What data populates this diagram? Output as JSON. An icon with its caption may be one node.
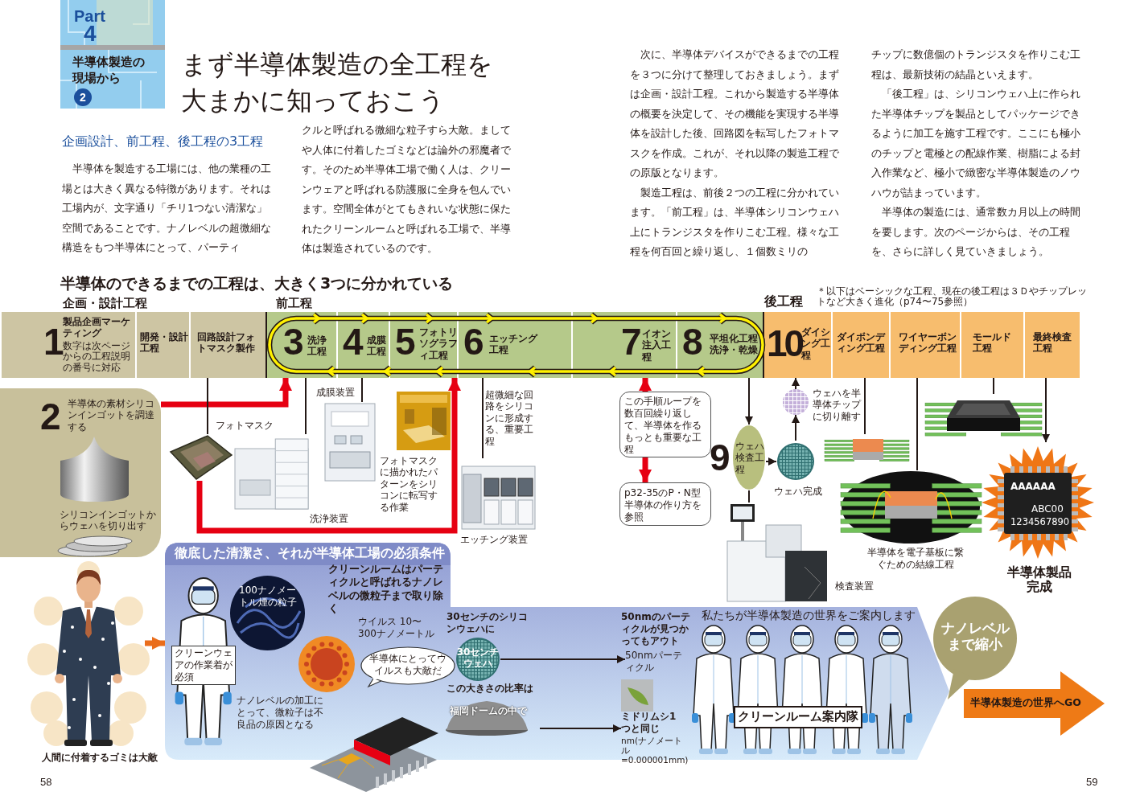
{
  "diagram": {
    "title": "まず半導体製造の全工程を大まかに知っておこう",
    "nodes": [
      {
        "text": [
          "1",
          "製品企画マーケティング",
          "数字は次ページからの工程説明の番号に対応"
        ]
      },
      {
        "text": [
          "開発・設計工程"
        ]
      },
      {
        "text": [
          "回路設計フォトマスク製作"
        ]
      },
      {
        "text": [
          "3",
          "洗浄工程"
        ]
      },
      {
        "text": [
          "4",
          "成膜工程"
        ]
      },
      {
        "text": [
          "5",
          "フォトリソグラフィ工程"
        ]
      },
      {
        "text": [
          "6",
          "エッチング工程"
        ]
      },
      {
        "text": [
          "7",
          "イオン注入工程"
        ]
      },
      {
        "text": [
          "8",
          "平坦化工程洗浄・乾燥"
        ]
      },
      {
        "text": [
          "10",
          "ダイシング工程"
        ]
      },
      {
        "text": [
          "ダイボンディング工程"
        ]
      },
      {
        "text": [
          "ワイヤーボンディング工程"
        ]
      },
      {
        "text": [
          "モールド工程"
        ]
      },
      {
        "text": [
          "最終検査工程"
        ]
      },
      {
        "text": [
          "2",
          "半導体の素材シリコンインゴットを調達する",
          "シリコンインゴットからウェハを切り出す"
        ]
      },
      {
        "text": [],
        "shape": "picture",
        "beside": [
          "フォトマスク"
        ]
      },
      {
        "text": [],
        "shape": "picture",
        "beside": [
          "洗浄装置"
        ]
      },
      {
        "text": [],
        "shape": "picture",
        "beside": [
          "成膜装置"
        ]
      },
      {
        "text": [],
        "shape": "picture",
        "beside": [
          "フォトマスクに描かれたパターンをシリコンに転写する作業"
        ]
      },
      {
        "text": [],
        "shape": "picture",
        "beside": [
          "超微細な回路をシリコンに形成する、重要工程",
          "エッチング装置"
        ]
      },
      {
        "text": [
          "この手順ループを数百回繰り返して、半導体を作るもっとも重要な工程"
        ]
      },
      {
        "text": [
          "p32-35のP・N型半導体の作り方を参照"
        ]
      },
      {
        "text": [
          "9",
          "ウェハ検査工程"
        ]
      },
      {
        "text": [],
        "shape": "picture",
        "beside": [
          "ウェハ完成"
        ]
      },
      {
        "text": [],
        "shape": "picture",
        "beside": [
          "ウェハを半導体チップに切り離す"
        ]
      },
      {
        "text": [],
        "shape": "picture",
        "beside": [
          "検査装置"
        ]
      },
      {
        "text": [],
        "shape": "picture"
      },
      {
        "text": [],
        "shape": "picture"
      },
      {
        "text": [],
        "shape": "picture",
        "beside": [
          "半導体を電子基板に繋ぐための結線工程"
        ]
      },
      {
        "text": [
          "AAAAAA",
          "ABC00",
          "1234567890"
        ],
        "beside": [
          "半導体製品完成"
        ]
      },
      {
        "text": [],
        "shape": "picture",
        "beside": [
          "人間に付着するゴミは大敵"
        ]
      },
      {
        "text": [
          "徹底した清潔さ、それが半導体工場の必須条件"
        ]
      },
      {
        "text": [
          "クリーンウェアの作業着が必須"
        ],
        "in": 31
      },
      {
        "text": [
          "100ナノメートル煙の粒子"
        ],
        "in": 31
      },
      {
        "text": [],
        "shape": "picture",
        "in": 31
      },
      {
        "text": [
          "半導体にとってウイルスも大敵だ"
        ],
        "in": 31
      },
      {
        "text": [
          "30センチウェハ"
        ],
        "in": 31
      },
      {
        "text": [
          "福岡ドームの中で"
        ],
        "in": 31
      },
      {
        "text": [
          "50nmパーティクル"
        ],
        "in": 31
      },
      {
        "text": [
          "ミドリムシ1つと同じ"
        ],
        "in": 31
      },
      {
        "text": [
          "クリーンルーム案内隊"
        ],
        "in": 31
      },
      {
        "text": [
          "ナノレベルまで縮小"
        ]
      },
      {
        "text": [
          "半導体製造の世界へGO"
        ]
      }
    ],
    "edges": [
      {
        "from": 14,
        "to": 3,
        "arrow": "to",
        "style": "thick",
        "color": "#e60012"
      },
      {
        "from": 15,
        "to": 5,
        "arrow": "to",
        "style": "thick",
        "color": "#e60012"
      },
      {
        "from": 2,
        "to": 15,
        "arrow": "none"
      },
      {
        "from": 16,
        "to": 3,
        "arrow": "none"
      },
      {
        "from": 17,
        "to": 4,
        "arrow": "none"
      },
      {
        "from": 19,
        "to": 6,
        "arrow": "none"
      },
      {
        "from": 20,
        "to": 7,
        "arrow": "to",
        "style": "thick",
        "color": "#e60012"
      },
      {
        "from": 20,
        "to": 21,
        "arrow": "to",
        "style": "thick",
        "color": "#e60012"
      },
      {
        "from": 8,
        "to": 22,
        "arrow": "to"
      },
      {
        "from": 22,
        "to": 25,
        "arrow": "none"
      },
      {
        "from": 22,
        "to": 23,
        "arrow": "to"
      },
      {
        "from": 23,
        "to": 24,
        "arrow": "to"
      },
      {
        "from": 24,
        "to": 9,
        "arrow": "to"
      },
      {
        "from": 10,
        "to": 26,
        "arrow": "none"
      },
      {
        "from": 11,
        "to": 28,
        "arrow": "none"
      },
      {
        "from": 12,
        "to": 27,
        "arrow": "none"
      },
      {
        "from": 13,
        "to": 29,
        "arrow": "to"
      },
      {
        "from": 30,
        "to": 31,
        "arrow": "to",
        "style": "thick",
        "color": "#ea6d1b"
      },
      {
        "from": 36,
        "to": 38,
        "arrow": "to"
      },
      {
        "from": 37,
        "to": 39,
        "arrow": "to"
      }
    ],
    "labels": [
      "Part",
      "4",
      "半導体製造の現場から",
      "2",
      "企画設計、前工程、後工程の3工程",
      "半導体を製造する工場には、他の業種の工場とは大きく異なる特徴があります。それは工場内が、文字通り「チリ1つない清潔な」空間であることです。ナノレベルの超微細な構造をもつ半導体にとって、パーティ",
      "クルと呼ばれる微細な粒子すら大敵。ましてや人体に付着したゴミなどは論外の邪魔者です。そのため半導体工場で働く人は、クリーンウェアと呼ばれる防護服に全身を包んでいます。空間全体がとてもきれいな状態に保たれたクリーンルームと呼ばれる工場で、半導体は製造されているのです。",
      "次に、半導体デバイスができるまでの工程を３つに分けて整理しておきましょう。まずは企画・設計工程。これから製造する半導体の概要を決定して、その機能を実現する半導体を設計した後、回路図を転写したフォトマスクを作成。これが、それ以降の製造工程での原版となります。",
      "製造工程は、前後２つの工程に分かれています。「前工程」は、半導体シリコンウェハ上にトランジスタを作りこむ工程。様々な工程を何百回と繰り返し、１個数ミリの",
      "チップに数億個のトランジスタを作りこむ工程は、最新技術の結晶といえます。",
      "「後工程」は、シリコンウェハ上に作られた半導体チップを製品としてパッケージできるように加工を施す工程です。ここにも極小のチップと電極との配線作業、樹脂による封入作業など、極小で緻密な半導体製造のノウハウが詰まっています。",
      "半導体の製造には、通常数カ月以上の時間を要します。次のページからは、その工程を、さらに詳しく見ていきましょう。",
      "半導体のできるまでの工程は、大きく3つに分かれている",
      "企画・設計工程",
      "前工程",
      "後工程",
      "＊以下はベーシックな工程、現在の後工程は３Ｄやチップレットなど大きく進化（p74〜75参照）",
      "クリーンルームはパーティクルと呼ばれるナノレベルの微粒子まで取り除く",
      "ウイルス 10〜300ナノメートル",
      "ナノレベルの加工にとって、微粒子は不良品の原因となる",
      "30センチのシリコンウェハに",
      "この大きさの比率は",
      "50nmのパーティクルが見つかってもアウト",
      "nm(ナノメートル=0.000001mm)",
      "私たちが半導体製造の世界をご案内します",
      "58",
      "59"
    ]
  }
}
